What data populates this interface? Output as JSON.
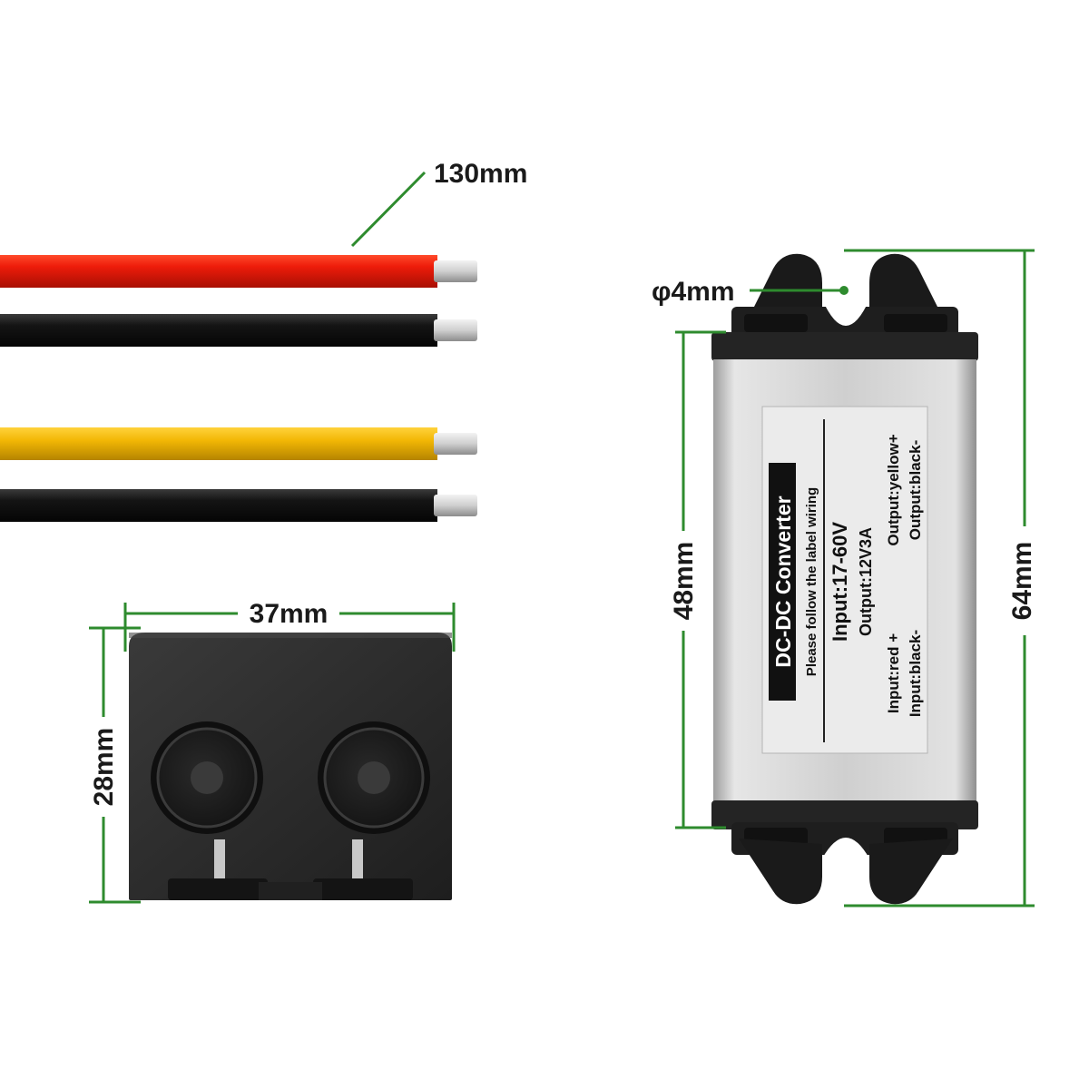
{
  "colors": {
    "dimension_line": "#2e8b2e",
    "wire_red": "#ee1c0a",
    "wire_black": "#141414",
    "wire_yellow": "#f2b705",
    "wire_tip": "#d9d9d9",
    "case_dark": "#2b2b2b",
    "aluminum": "#d7d7d7",
    "label_bg": "#ebebeb"
  },
  "dimensions": {
    "wire_length": "130mm",
    "hole_diameter": "φ4mm",
    "side_width": "37mm",
    "side_height": "28mm",
    "body_length": "48mm",
    "total_length": "64mm"
  },
  "wires": [
    {
      "color_name": "red"
    },
    {
      "color_name": "black"
    },
    {
      "color_name": "yellow"
    },
    {
      "color_name": "black"
    }
  ],
  "label": {
    "title": "DC-DC Converter",
    "note": "Please follow the label wiring",
    "input_spec": "Input:17-60V",
    "output_spec": "Output:12V3A",
    "input_red": "Input:red +",
    "input_black": "Input:black-",
    "output_yellow": "Output:yellow+",
    "output_black": "Output:black-"
  }
}
